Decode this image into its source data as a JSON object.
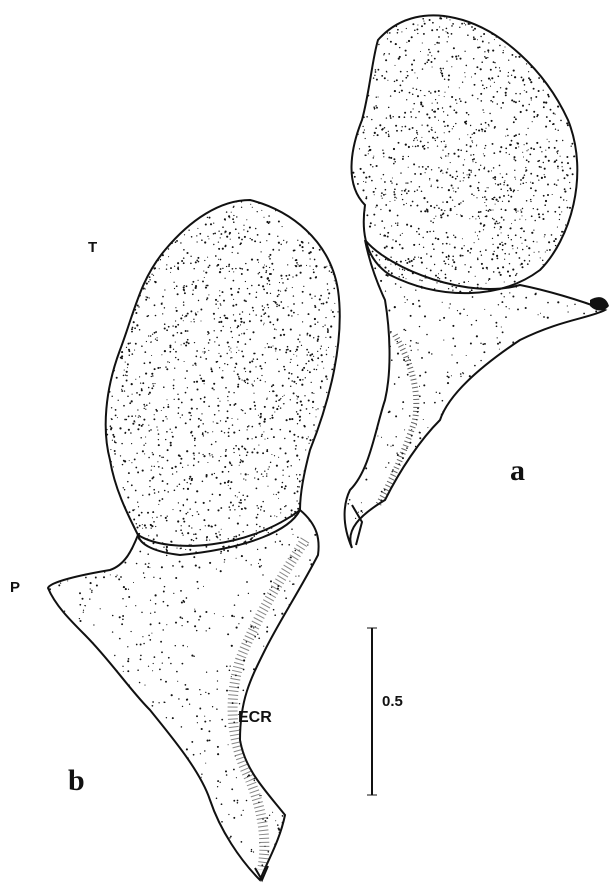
{
  "figure": {
    "labels": {
      "T": "T",
      "P": "P",
      "ECR": "ECR",
      "panel_a": "a",
      "panel_b": "b",
      "scale": "0.5"
    },
    "ink_color": "#111111",
    "paper_color": "#ffffff"
  }
}
